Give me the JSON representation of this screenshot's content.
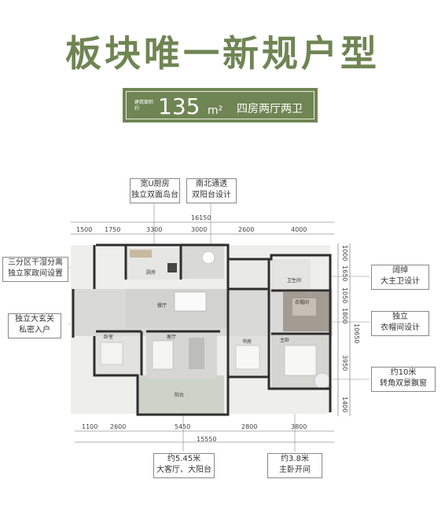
{
  "header": {
    "title": "板块唯一新规户型",
    "banner_small": "建筑面积约",
    "banner_area": "135",
    "banner_unit": "m²",
    "banner_desc": "四房两厅两卫"
  },
  "callouts": {
    "kitchen": [
      "宽U厨房",
      "独立双面岛台"
    ],
    "balcony": [
      "南北通透",
      "双阳台设计"
    ],
    "laundry": [
      "三分区干湿分离",
      "独立家政间设置"
    ],
    "entry": [
      "独立大玄关",
      "私密入户"
    ],
    "bath": [
      "阔绰",
      "大主卫设计"
    ],
    "closet": [
      "独立",
      "衣帽间设计"
    ],
    "window": [
      "约10米",
      "转角双景飘窗"
    ],
    "living": [
      "约5.45米",
      "大客厅、大阳台"
    ],
    "master": [
      "约3.8米",
      "主卧开间"
    ]
  },
  "dimensions": {
    "top_total": "16150",
    "top": [
      "1500",
      "1750",
      "3300",
      "3000",
      "2600",
      "4000"
    ],
    "bottom_total": "15550",
    "bottom": [
      "1100",
      "2600",
      "5450",
      "2800",
      "3800"
    ],
    "right": [
      "1000",
      "1650",
      "1050",
      "1800",
      "3950",
      "1400"
    ],
    "right_total": "10650"
  },
  "rooms": {
    "kitchen": "厨房",
    "dining": "餐厅",
    "living": "客厅",
    "balcony": "阳台",
    "bedroom": "卧室",
    "master": "主卧",
    "study": "书房",
    "bath": "卫生间",
    "cloak": "衣帽间"
  },
  "colors": {
    "accent": "#6f8553",
    "wall": "#2e2e2e",
    "floor": "#d8d8d6",
    "wood": "#c9b9a0"
  }
}
